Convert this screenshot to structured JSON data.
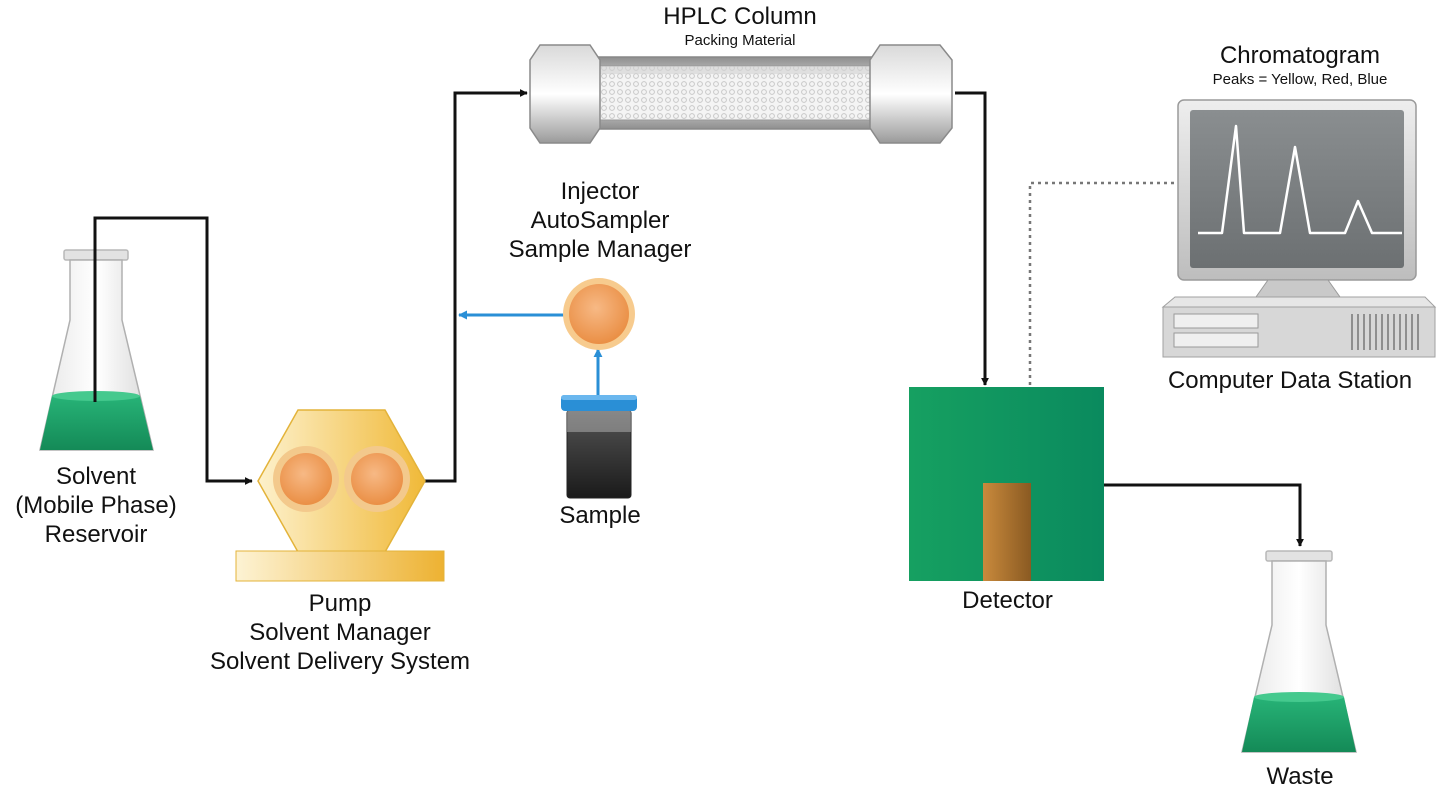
{
  "reservoir": {
    "line1": "Solvent",
    "line2": "(Mobile Phase)",
    "line3": "Reservoir",
    "liquid_color": "#1fa06a"
  },
  "pump": {
    "line1": "Pump",
    "line2": "Solvent Manager",
    "line3": "Solvent Delivery System",
    "body_color": "#f2c244"
  },
  "injector": {
    "line1": "Injector",
    "line2": "AutoSampler",
    "line3": "Sample Manager",
    "color": "#f0a35a"
  },
  "sample": {
    "label": "Sample",
    "cap_color": "#2a8fd6"
  },
  "column": {
    "title": "HPLC Column",
    "subtitle": "Packing Material"
  },
  "detector": {
    "label": "Detector",
    "color": "#10935e"
  },
  "computer": {
    "title": "Chromatogram",
    "subtitle": "Peaks = Yellow, Red, Blue",
    "label": "Computer Data Station"
  },
  "waste": {
    "label": "Waste"
  },
  "colors": {
    "flow_line": "#111111",
    "sample_flow": "#2a8fd6"
  }
}
